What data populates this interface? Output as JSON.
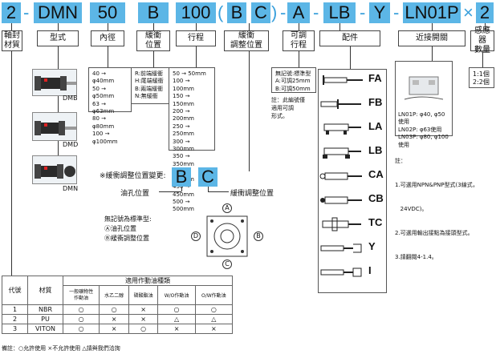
{
  "code_parts": [
    {
      "id": "material",
      "text": "2"
    },
    {
      "id": "series",
      "text": "DMN"
    },
    {
      "id": "bore",
      "text": "50"
    },
    {
      "id": "cushion",
      "text": "B"
    },
    {
      "id": "stroke",
      "text": "100"
    },
    {
      "id": "cushion_pos1",
      "text": "B"
    },
    {
      "id": "cushion_pos2",
      "text": "C"
    },
    {
      "id": "adjust",
      "text": "A"
    },
    {
      "id": "mount",
      "text": "LB"
    },
    {
      "id": "mount_y",
      "text": "Y"
    },
    {
      "id": "switch",
      "text": "LN01P"
    },
    {
      "id": "qty",
      "text": "2"
    }
  ],
  "separators": {
    "open": "(",
    "close": ")",
    "dash": "-",
    "times": "×"
  },
  "headers": {
    "material": "軸封\n材質",
    "series": "型式",
    "bore": "內徑",
    "cushion": "緩衝\n位置",
    "stroke": "行程",
    "cushion_adj": "緩衝\n調整位置",
    "adjust": "可調\n行程",
    "mount": "配件",
    "switch": "近接開關",
    "qty": "感應器\n數量"
  },
  "series_labels": [
    "DMB",
    "DMD",
    "DMN"
  ],
  "bore_list": [
    "40 → φ40mm",
    "50 → φ50mm",
    "63 → φ63mm",
    "80 → φ80mm",
    "100 → φ100mm"
  ],
  "cushion_list": [
    "R:前端緩衝",
    "H:尾端緩衝",
    "B:兩端緩衝",
    "N:無緩衝"
  ],
  "stroke_list": [
    "50 → 50mm",
    "100 → 100mm",
    "150 → 150mm",
    "200 → 200mm",
    "250 → 250mm",
    "300 → 300mm",
    "350 → 350mm",
    "400 → 400mm",
    "450 → 450mm",
    "500 → 500mm"
  ],
  "adjust_list": [
    "無記號:標準型",
    "A:可調25mm",
    "B:可調50mm"
  ],
  "adjust_note": "註：此編號僅\n適用可調\n形式。",
  "mount_codes": [
    "FA",
    "FB",
    "LA",
    "LB",
    "CA",
    "CB",
    "TC",
    "Y",
    "I"
  ],
  "switch_list": [
    "LN01P: φ40, φ50使用",
    "LN02P: φ63使用",
    "LN03P: φ80, φ100使用"
  ],
  "switch_notes": [
    "註：",
    "1.可選用NPN&PNP型式(3線式，",
    "   24VDC)。",
    "2.可選用輸出接點為接頭型式。",
    "3.請翻閱4-1.4。"
  ],
  "qty_list": [
    "1:1個",
    "2:2個"
  ],
  "cushion_adj_title": "※緩衝調整位置變更:",
  "cushion_adj_letters": [
    "B",
    "C"
  ],
  "cushion_adj_labels": {
    "left": "油孔位置",
    "right": "緩衝調整位置"
  },
  "std_text": [
    "無記號為標準型:",
    "Ⓐ油孔位置",
    "Ⓑ緩衝調整位置"
  ],
  "port_letters": {
    "top": "A",
    "bottom": "C",
    "left": "D",
    "right": "B"
  },
  "table": {
    "group_header": "適用作動油種類",
    "head_code": "代號",
    "head_material": "材質",
    "columns": [
      "一般礦物性\n作動油",
      "水乙二醇",
      "磷酸酯油",
      "W/O作動油",
      "O/W作動油"
    ],
    "rows": [
      {
        "code": "1",
        "material": "NBR",
        "vals": [
          "○",
          "○",
          "×",
          "○",
          "○"
        ]
      },
      {
        "code": "2",
        "material": "PU",
        "vals": [
          "○",
          "×",
          "×",
          "△",
          "△"
        ]
      },
      {
        "code": "3",
        "material": "VITON",
        "vals": [
          "○",
          "×",
          "○",
          "×",
          "×"
        ]
      }
    ]
  },
  "legend": "備註：○允許使用  ×不允許使用  △請與我們洽詢",
  "colors": {
    "accent": "#5cb6e6",
    "accent_dark": "#3aa0dc"
  }
}
